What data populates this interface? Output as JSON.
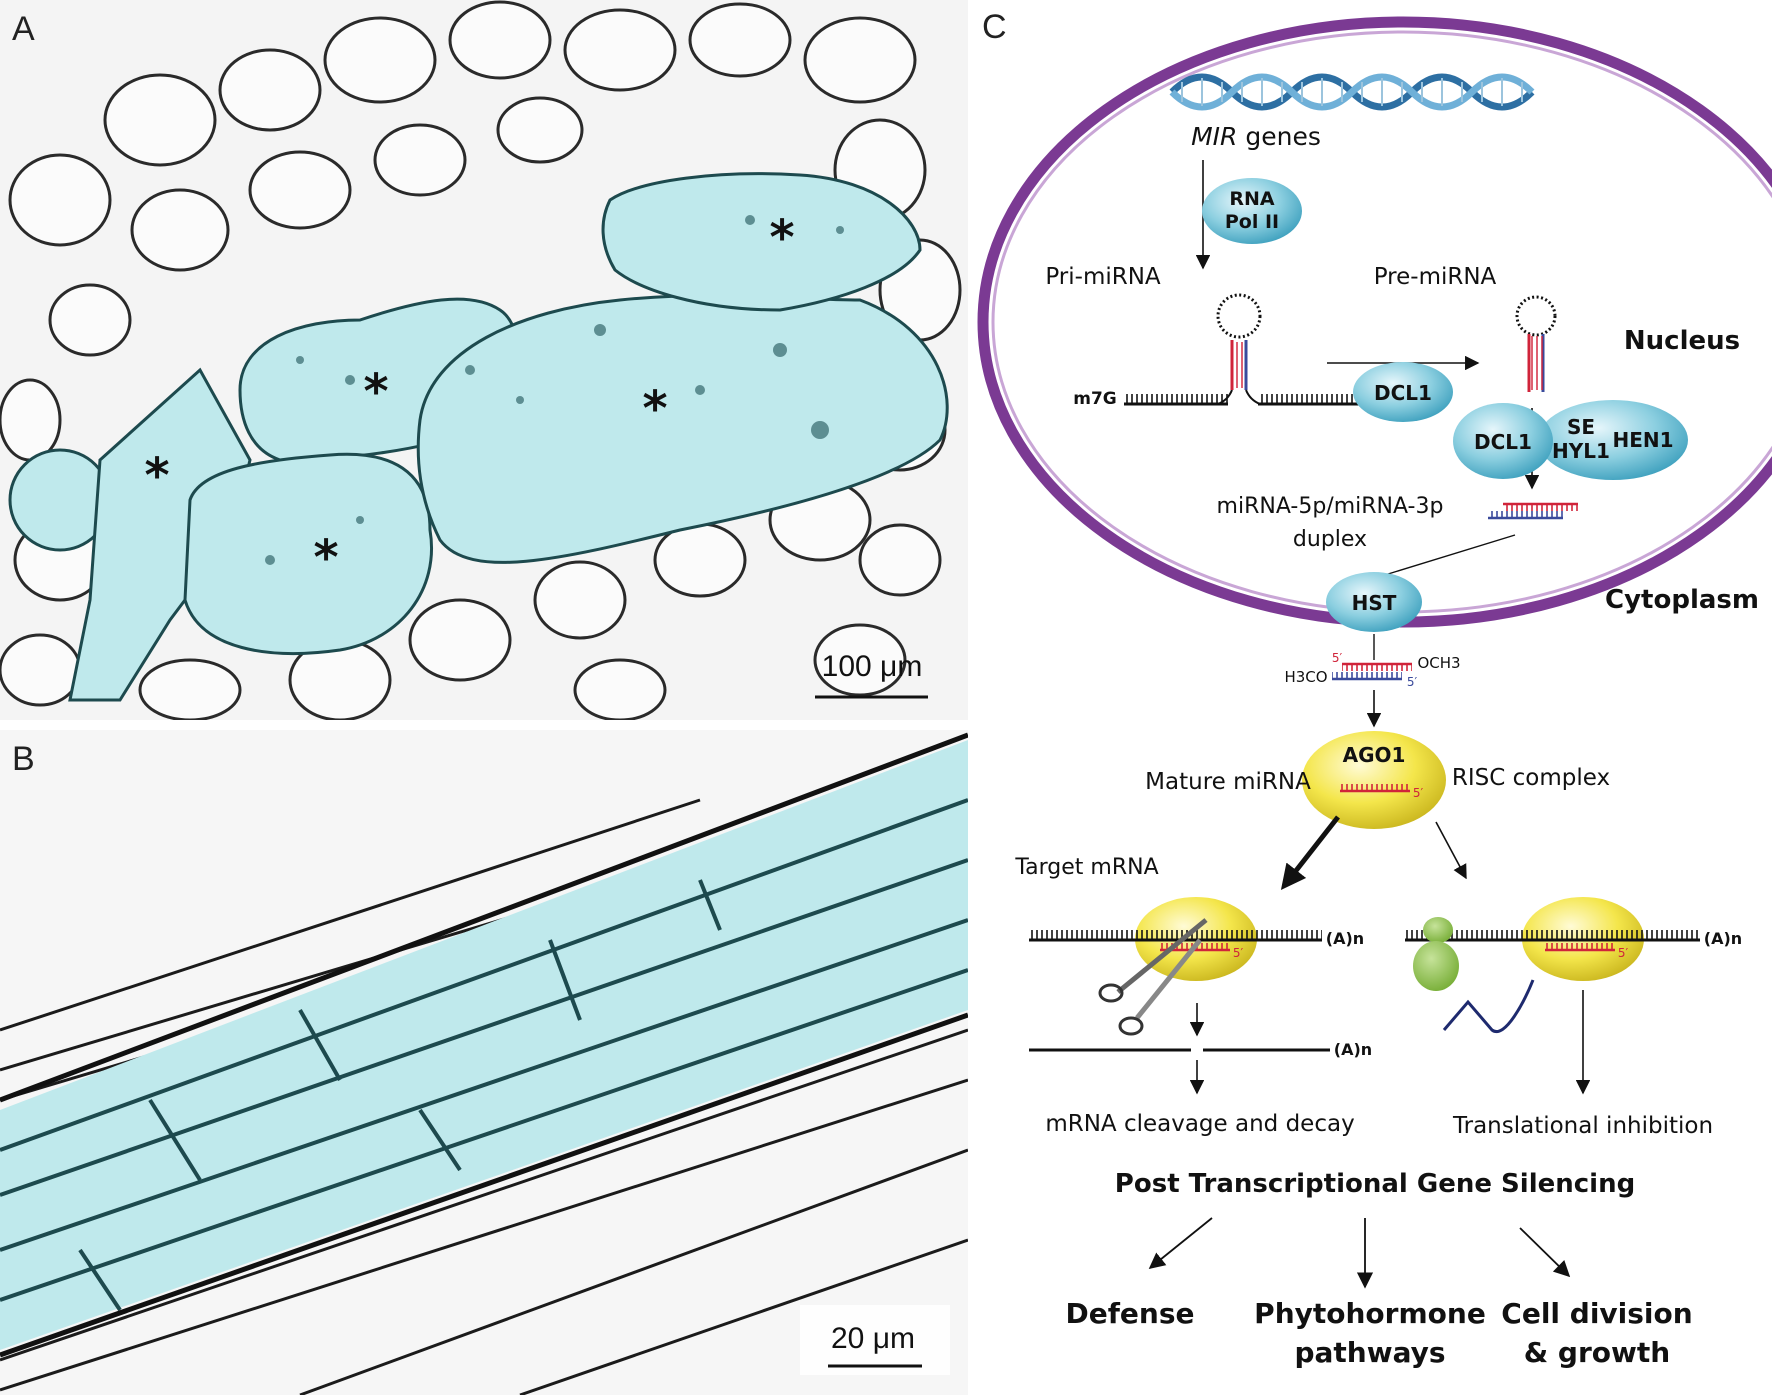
{
  "panels": {
    "a": {
      "letter": "A",
      "scalebar": "100 μm",
      "asterisk": "*"
    },
    "b": {
      "letter": "B",
      "scalebar": "20 μm"
    },
    "c": {
      "letter": "C",
      "compartments": {
        "nucleus": "Nucleus",
        "cytoplasm": "Cytoplasm"
      },
      "mir_genes_italic": "MIR",
      "mir_genes_rest": " genes",
      "rna_pol_line1": "RNA",
      "rna_pol_line2": "Pol II",
      "pri_mirna": "Pri-miRNA",
      "pre_mirna": "Pre-miRNA",
      "m7g": "m7G",
      "polya": "(A)n",
      "dcl1": "DCL1",
      "se": "SE",
      "hyl1": "HYL1",
      "hen1": "HEN1",
      "duplex_line1": "miRNA-5p/miRNA-3p",
      "duplex_line2": "duplex",
      "hst": "HST",
      "five_prime": "5′",
      "h3co": "H3CO",
      "och3": "OCH3",
      "ago1": "AGO1",
      "mature_mirna": "Mature miRNA",
      "risc": "RISC complex",
      "target_mrna": "Target mRNA",
      "cleavage": "mRNA cleavage and decay",
      "translational": "Translational inhibition",
      "ptgs": "Post Transcriptional Gene Silencing",
      "outcomes": {
        "defense": "Defense",
        "phyto_line1": "Phytohormone",
        "phyto_line2": "pathways",
        "cell_line1": "Cell division",
        "cell_line2": "& growth"
      }
    }
  },
  "colors": {
    "nucleus_membrane": "#7b3a93",
    "protein_blue": "#8ccfe0",
    "protein_yellow": "#f2e54a",
    "rna_red": "#d0243a",
    "rna_blue": "#3a4a9b",
    "ribosome_green": "#8fc24a",
    "tissue_cyan": "#bfe9ec"
  }
}
